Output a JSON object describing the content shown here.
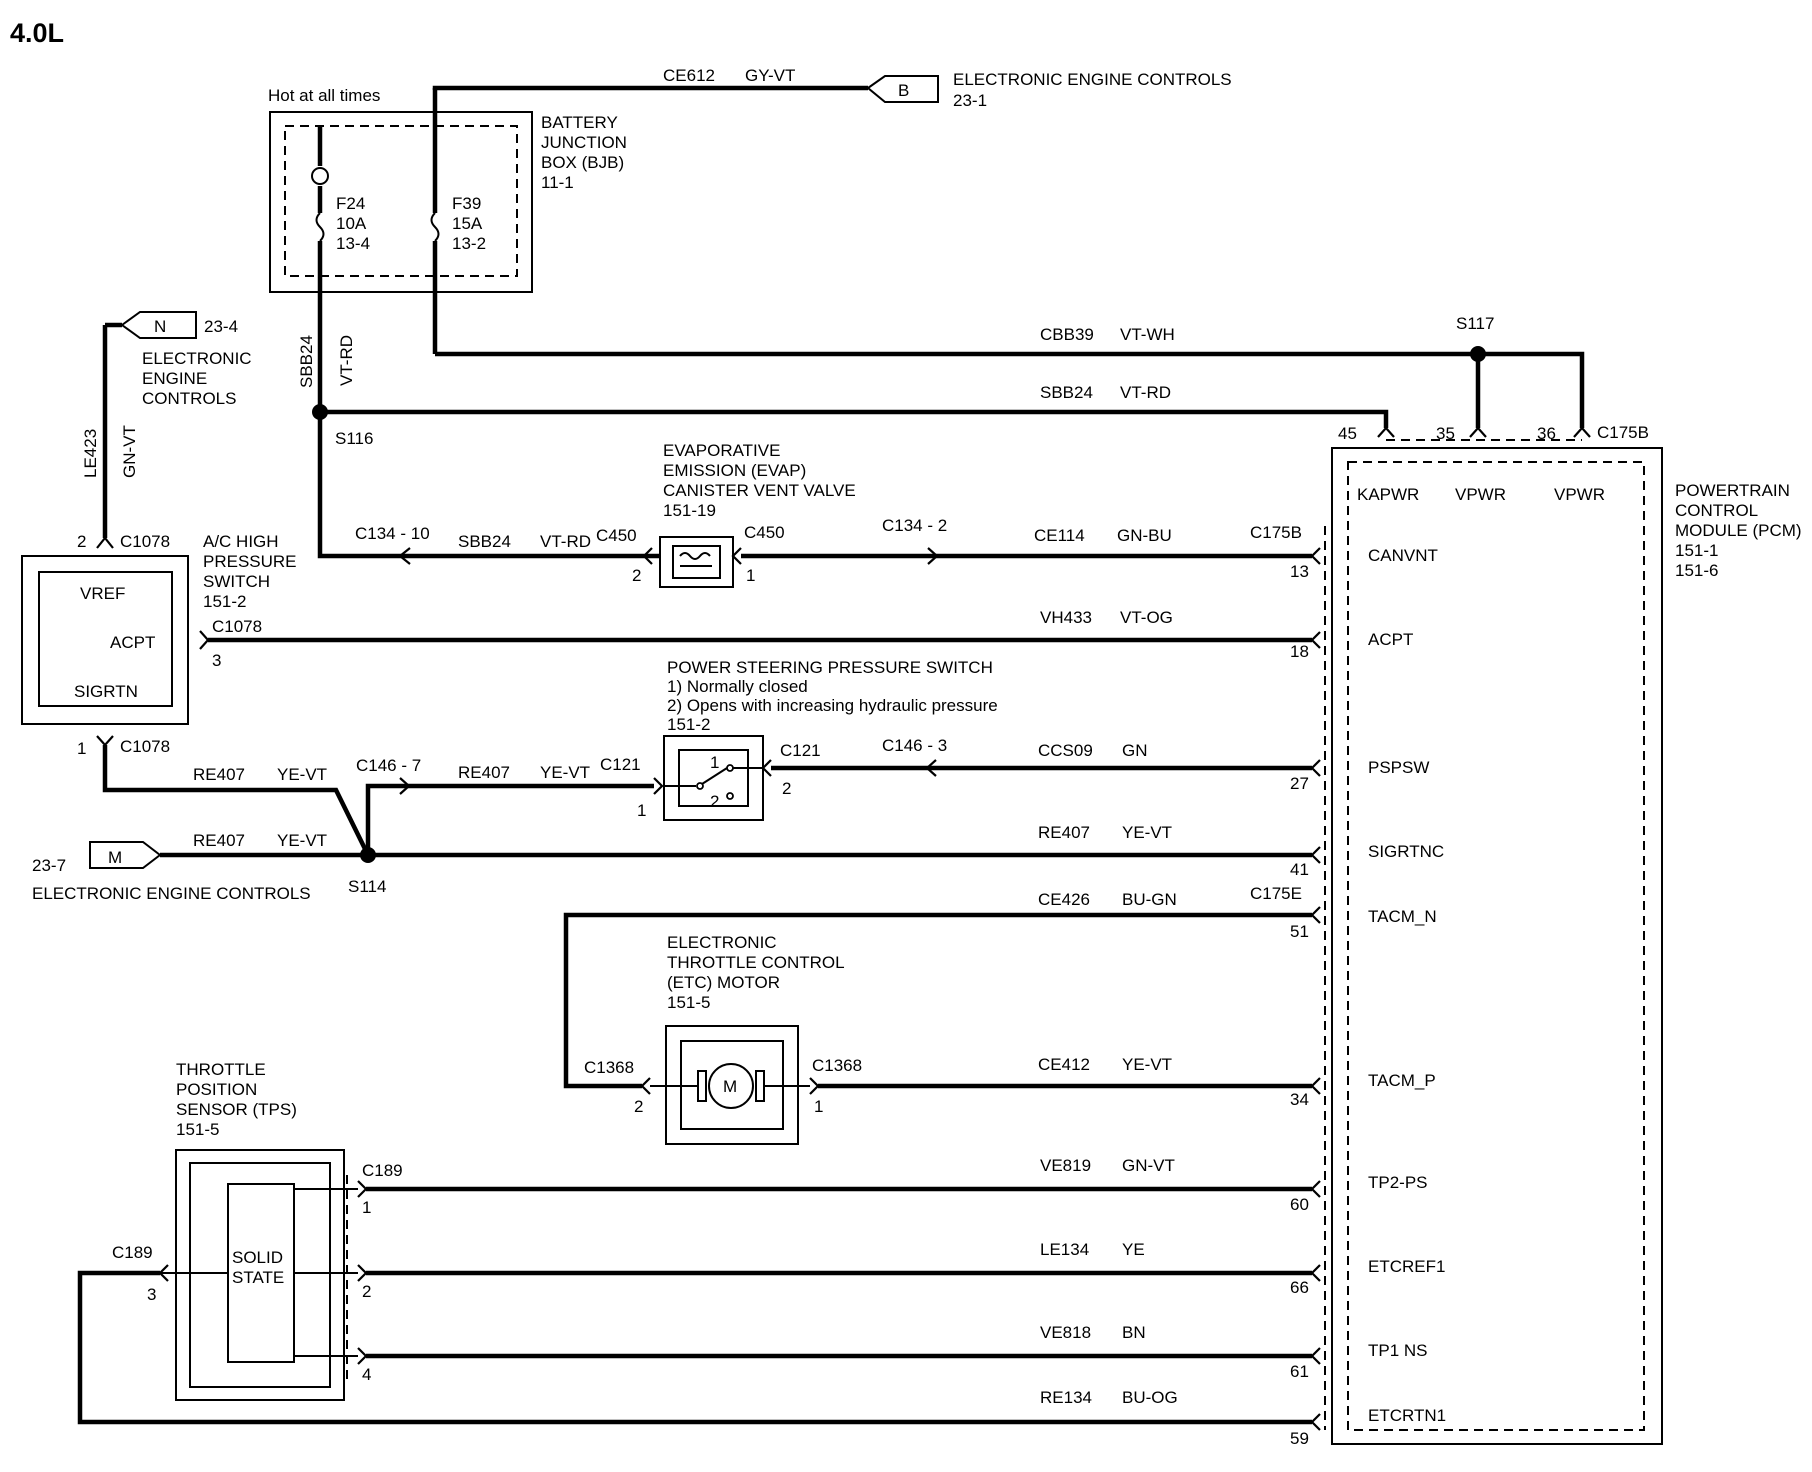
{
  "title": "4.0L",
  "bjb": {
    "hot_label": "Hot at all times",
    "name": [
      "BATTERY",
      "JUNCTION",
      "BOX (BJB)",
      "11-1"
    ],
    "fuse_f24": [
      "F24",
      "10A",
      "13-4"
    ],
    "fuse_f39": [
      "F39",
      "15A",
      "13-2"
    ]
  },
  "conn_b": {
    "letter": "B",
    "desc": "ELECTRONIC ENGINE CONTROLS",
    "ref": "23-1"
  },
  "conn_n": {
    "letter": "N",
    "ref": "23-4",
    "desc": [
      "ELECTRONIC",
      "ENGINE",
      "CONTROLS"
    ]
  },
  "conn_m": {
    "letter": "M",
    "ref": "23-7",
    "desc": "ELECTRONIC ENGINE CONTROLS"
  },
  "wires": {
    "ce612": {
      "circuit": "CE612",
      "color": "GY-VT"
    },
    "cbb39": {
      "circuit": "CBB39",
      "color": "VT-WH"
    },
    "sbb24_top": {
      "circuit": "SBB24",
      "color": "VT-RD"
    },
    "sbb24_vert": {
      "circuit": "SBB24",
      "color": "VT-RD"
    },
    "sbb24_low": {
      "circuit": "SBB24",
      "color": "VT-RD"
    },
    "le423": {
      "circuit": "LE423",
      "color": "GN-VT"
    },
    "ce114": {
      "circuit": "CE114",
      "color": "GN-BU"
    },
    "vh433": {
      "circuit": "VH433",
      "color": "VT-OG"
    },
    "re407_a": {
      "circuit": "RE407",
      "color": "YE-VT"
    },
    "re407_b": {
      "circuit": "RE407",
      "color": "YE-VT"
    },
    "re407_c": {
      "circuit": "RE407",
      "color": "YE-VT"
    },
    "re407_d": {
      "circuit": "RE407",
      "color": "YE-VT"
    },
    "ccs09": {
      "circuit": "CCS09",
      "color": "GN"
    },
    "ce426": {
      "circuit": "CE426",
      "color": "BU-GN"
    },
    "ce412": {
      "circuit": "CE412",
      "color": "YE-VT"
    },
    "ve819": {
      "circuit": "VE819",
      "color": "GN-VT"
    },
    "le134": {
      "circuit": "LE134",
      "color": "YE"
    },
    "ve818": {
      "circuit": "VE818",
      "color": "BN"
    },
    "re134": {
      "circuit": "RE134",
      "color": "BU-OG"
    }
  },
  "splices": {
    "s116": "S116",
    "s117": "S117",
    "s114": "S114"
  },
  "ac_switch": {
    "name": [
      "A/C HIGH",
      "PRESSURE",
      "SWITCH",
      "151-2"
    ],
    "pins": {
      "vref": "VREF",
      "acpt": "ACPT",
      "sigrtn": "SIGRTN"
    },
    "conn": "C1078",
    "pin_top": "2",
    "pin_acpt": "3",
    "pin_bottom": "1"
  },
  "evap": {
    "name": [
      "EVAPORATIVE",
      "EMISSION (EVAP)",
      "CANISTER VENT VALVE",
      "151-19"
    ],
    "conn_left": "C450",
    "conn_right": "C450",
    "pin_left": "2",
    "pin_right": "1"
  },
  "inline": {
    "c134_10": "C134  -  10",
    "c134_2": "C134  -  2",
    "c146_7": "C146  -  7",
    "c146_3": "C146  -  3"
  },
  "ps_switch": {
    "name": "POWER STEERING PRESSURE SWITCH",
    "note1": "1) Normally closed",
    "note2": "2) Opens with increasing hydraulic pressure",
    "ref": "151-2",
    "conn_left": "C121",
    "conn_right": "C121",
    "pin_left": "1",
    "pin_right": "2",
    "contact1": "1",
    "contact2": "2"
  },
  "etc_motor": {
    "name": [
      "ELECTRONIC",
      "THROTTLE CONTROL",
      "(ETC) MOTOR",
      "151-5"
    ],
    "symbol": "M",
    "conn_left": "C1368",
    "conn_right": "C1368",
    "pin_left": "2",
    "pin_right": "1"
  },
  "tps": {
    "name": [
      "THROTTLE",
      "POSITION",
      "SENSOR (TPS)",
      "151-5"
    ],
    "inner": [
      "SOLID",
      "STATE"
    ],
    "conn_right": "C189",
    "conn_left": "C189",
    "pin1": "1",
    "pin2": "2",
    "pin4": "4",
    "pin3": "3"
  },
  "pcm": {
    "name": [
      "POWERTRAIN",
      "CONTROL",
      "MODULE (PCM)",
      "151-1",
      "151-6"
    ],
    "top_pins": [
      {
        "label": "KAPWR",
        "pin": "45"
      },
      {
        "label": "VPWR",
        "pin": "35"
      },
      {
        "label": "VPWR",
        "pin": "36"
      }
    ],
    "conn_top": "C175B",
    "conn_canvnt": "C175B",
    "conn_tacm": "C175E",
    "side_pins": [
      {
        "label": "CANVNT",
        "pin": "13"
      },
      {
        "label": "ACPT",
        "pin": "18"
      },
      {
        "label": "PSPSW",
        "pin": "27"
      },
      {
        "label": "SIGRTNC",
        "pin": "41"
      },
      {
        "label": "TACM_N",
        "pin": "51"
      },
      {
        "label": "TACM_P",
        "pin": "34"
      },
      {
        "label": "TP2-PS",
        "pin": "60"
      },
      {
        "label": "ETCREF1",
        "pin": "66"
      },
      {
        "label": "TP1 NS",
        "pin": "61"
      },
      {
        "label": "ETCRTN1",
        "pin": "59"
      }
    ]
  }
}
